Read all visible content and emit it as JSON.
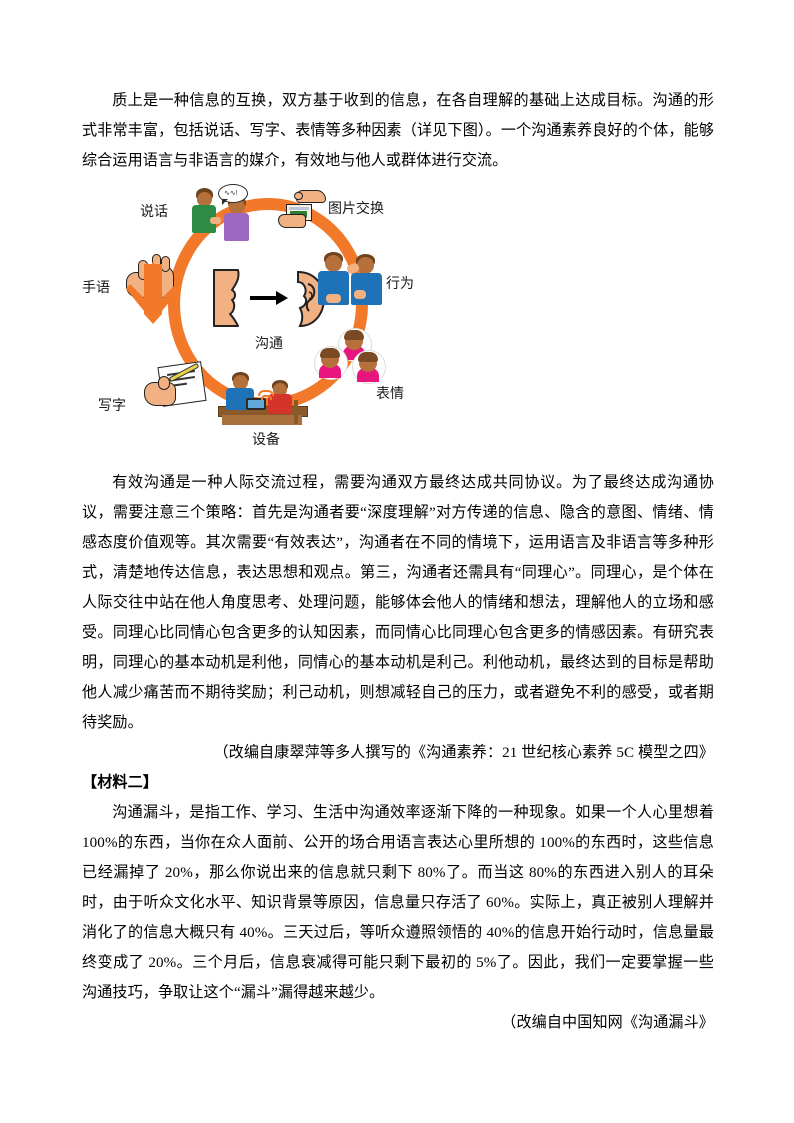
{
  "document": {
    "paragraphs": [
      {
        "id": "p1",
        "text": "质上是一种信息的互换，双方基于收到的信息，在各自理解的基础上达成目标。沟通的形式非常丰富，包括说话、写字、表情等多种因素（详见下图）。一个沟通素养良好的个体，能够综合运用语言与非语言的媒介，有效地与他人或群体进行交流。"
      },
      {
        "id": "p2",
        "text": "有效沟通是一种人际交流过程，需要沟通双方最终达成共同协议。为了最终达成沟通协议，需要注意三个策略：首先是沟通者要“深度理解”对方传递的信息、隐含的意图、情绪、情感态度价值观等。其次需要“有效表达”，沟通者在不同的情境下，运用语言及非语言等多种形式，清楚地传达信息，表达思想和观点。第三，沟通者还需具有“同理心”。同理心，是个体在人际交往中站在他人角度思考、处理问题，能够体会他人的情绪和想法，理解他人的立场和感受。同理心比同情心包含更多的认知因素，而同情心比同理心包含更多的情感因素。有研究表明，同理心的基本动机是利他，同情心的基本动机是利己。利他动机，最终达到的目标是帮助他人减少痛苦而不期待奖励；利己动机，则想减轻自己的压力，或者避免不利的感受，或者期待奖励。"
      },
      {
        "id": "source1",
        "text": "（改编自康翠萍等多人撰写的《沟通素养：21 世纪核心素养 5C 模型之四》"
      },
      {
        "id": "material2_heading",
        "text": "【材料二】"
      },
      {
        "id": "p3",
        "text": "沟通漏斗，是指工作、学习、生活中沟通效率逐渐下降的一种现象。如果一个人心里想着 100%的东西，当你在众人面前、公开的场合用语言表达心里所想的 100%的东西时，这些信息已经漏掉了 20%，那么你说出来的信息就只剩下 80%了。而当这 80%的东西进入别人的耳朵时，由于听众文化水平、知识背景等原因，信息量只存活了 60%。实际上，真正被别人理解并消化了的信息大概只有 40%。三天过后，等听众遵照领悟的 40%的信息开始行动时，信息量最终变成了 20%。三个月后，信息衰减得可能只剩下最初的 5%了。因此，我们一定要掌握一些沟通技巧，争取让这个“漏斗”漏得越来越少。"
      },
      {
        "id": "source2",
        "text": "（改编自中国知网《沟通漏斗》"
      }
    ]
  },
  "figure": {
    "name": "communication-cycle-diagram",
    "center_label": "沟通",
    "ring_color": "#F2792A",
    "labels": {
      "speaking": "说话",
      "picture_exchange": "图片交换",
      "sign_language": "手语",
      "behavior": "行为",
      "writing": "写字",
      "expression": "表情",
      "device": "设备"
    }
  }
}
